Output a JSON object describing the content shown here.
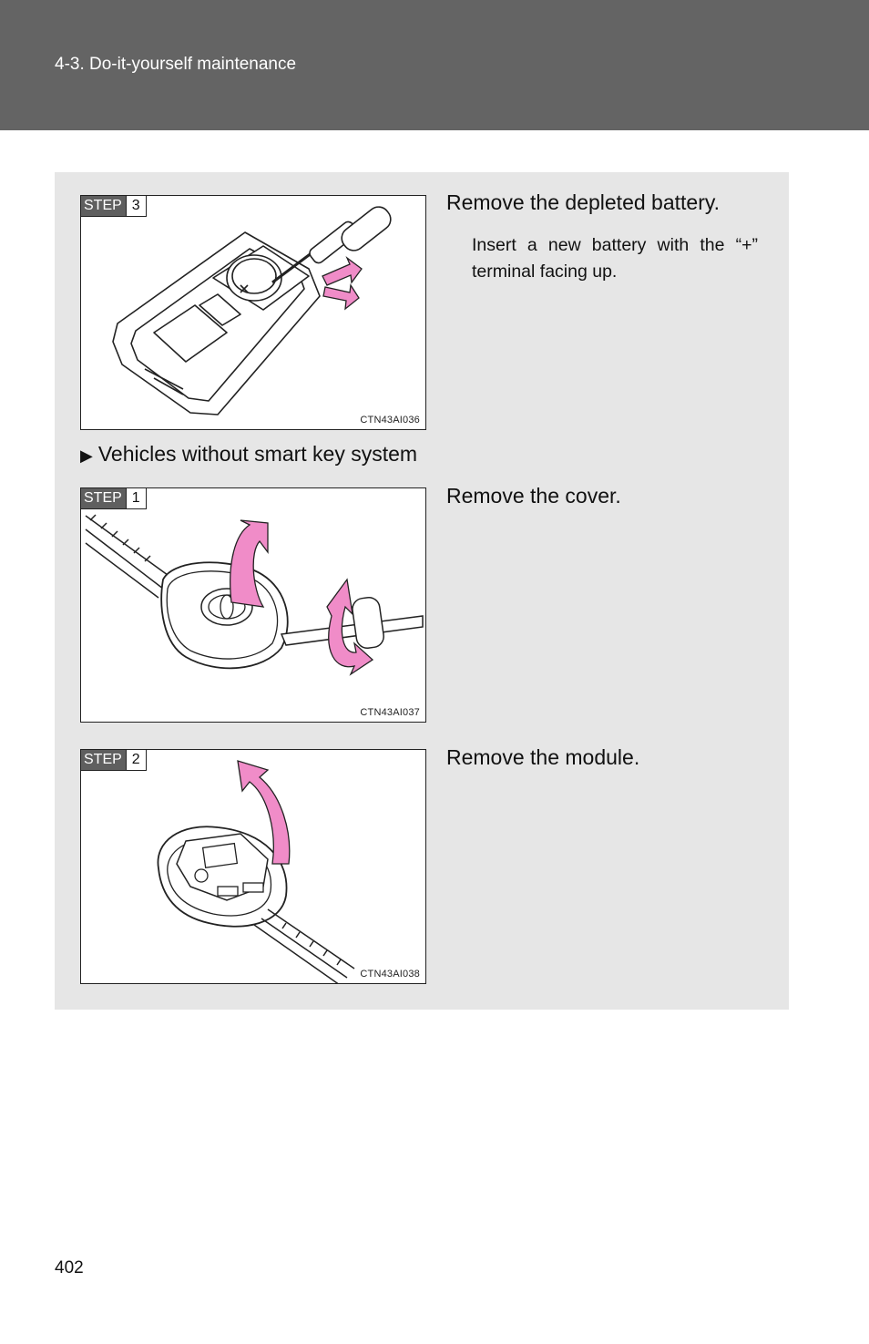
{
  "header": {
    "section_title": "4-3. Do-it-yourself maintenance"
  },
  "content": {
    "step3": {
      "badge_word": "STEP",
      "badge_number": "3",
      "figure_code": "CTN43AI036",
      "instruction": "Remove the depleted battery.",
      "note": "Insert a new battery with the “+” terminal facing up."
    },
    "subheading": {
      "marker": "▶",
      "text": "Vehicles without smart key system"
    },
    "step1": {
      "badge_word": "STEP",
      "badge_number": "1",
      "figure_code": "CTN43AI037",
      "instruction": "Remove the cover."
    },
    "step2": {
      "badge_word": "STEP",
      "badge_number": "2",
      "figure_code": "CTN43AI038",
      "instruction": "Remove the module."
    }
  },
  "footer": {
    "page_number": "402"
  },
  "colors": {
    "header_bg": "#646464",
    "panel_bg": "#e6e6e6",
    "arrow_pink": "#f08cc8"
  }
}
